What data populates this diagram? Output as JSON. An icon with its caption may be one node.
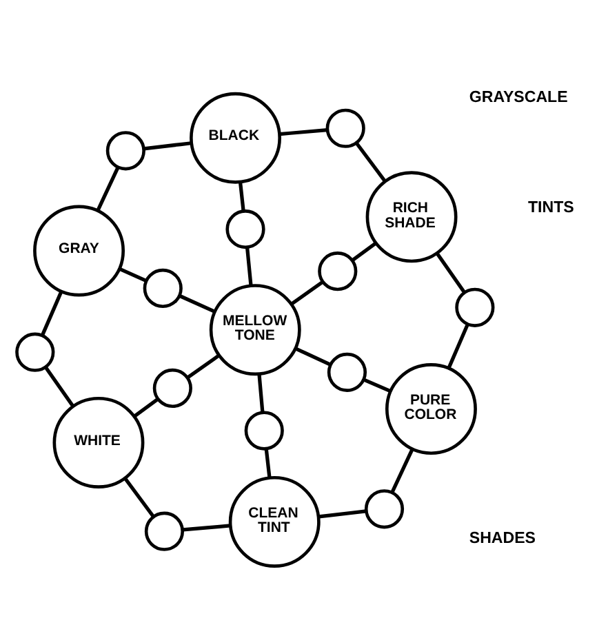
{
  "diagram": {
    "nodes": [
      {
        "text": [
          "WHITE"
        ]
      },
      {
        "text": [],
        "shape": "circle"
      },
      {
        "text": [
          "CLEAN TINT"
        ]
      },
      {
        "text": [],
        "shape": "circle"
      },
      {
        "text": [],
        "shape": "circle"
      },
      {
        "text": [],
        "shape": "circle"
      },
      {
        "text": [],
        "shape": "circle"
      },
      {
        "text": [
          "PURE COLOR"
        ]
      },
      {
        "text": [],
        "shape": "circle"
      },
      {
        "text": [
          "MELLOW TONE"
        ]
      },
      {
        "text": [],
        "shape": "circle"
      },
      {
        "text": [
          "GRAY"
        ]
      },
      {
        "text": [],
        "shape": "circle"
      },
      {
        "text": [],
        "shape": "circle"
      },
      {
        "text": [],
        "shape": "circle"
      },
      {
        "text": [],
        "shape": "circle"
      },
      {
        "text": [
          "RICH SHADE"
        ]
      },
      {
        "text": [],
        "shape": "circle"
      },
      {
        "text": [
          "BLACK"
        ]
      }
    ],
    "edges": [
      {
        "from": 7,
        "to": 5,
        "arrow": "none"
      },
      {
        "from": 5,
        "to": 2,
        "arrow": "none"
      },
      {
        "from": 2,
        "to": 1,
        "arrow": "none"
      },
      {
        "from": 1,
        "to": 0,
        "arrow": "none"
      },
      {
        "from": 7,
        "to": 8,
        "arrow": "none"
      },
      {
        "from": 8,
        "to": 9,
        "arrow": "none"
      },
      {
        "from": 7,
        "to": 12,
        "arrow": "none"
      },
      {
        "from": 12,
        "to": 16,
        "arrow": "none"
      },
      {
        "from": 16,
        "to": 17,
        "arrow": "none"
      },
      {
        "from": 17,
        "to": 18,
        "arrow": "none"
      },
      {
        "from": 0,
        "to": 4,
        "arrow": "none"
      },
      {
        "from": 4,
        "to": 11,
        "arrow": "none"
      },
      {
        "from": 11,
        "to": 15,
        "arrow": "none"
      },
      {
        "from": 15,
        "to": 18,
        "arrow": "none"
      },
      {
        "from": 2,
        "to": 6,
        "arrow": "none"
      },
      {
        "from": 6,
        "to": 9,
        "arrow": "none"
      },
      {
        "from": 0,
        "to": 3,
        "arrow": "none"
      },
      {
        "from": 3,
        "to": 9,
        "arrow": "none"
      },
      {
        "from": 9,
        "to": 10,
        "arrow": "none"
      },
      {
        "from": 10,
        "to": 11,
        "arrow": "none"
      },
      {
        "from": 9,
        "to": 13,
        "arrow": "none"
      },
      {
        "from": 13,
        "to": 16,
        "arrow": "none"
      },
      {
        "from": 9,
        "to": 14,
        "arrow": "none"
      },
      {
        "from": 14,
        "to": 18,
        "arrow": "none"
      }
    ],
    "labels": [
      "TINTS",
      "GRAYSCALE",
      "SHADES"
    ]
  }
}
